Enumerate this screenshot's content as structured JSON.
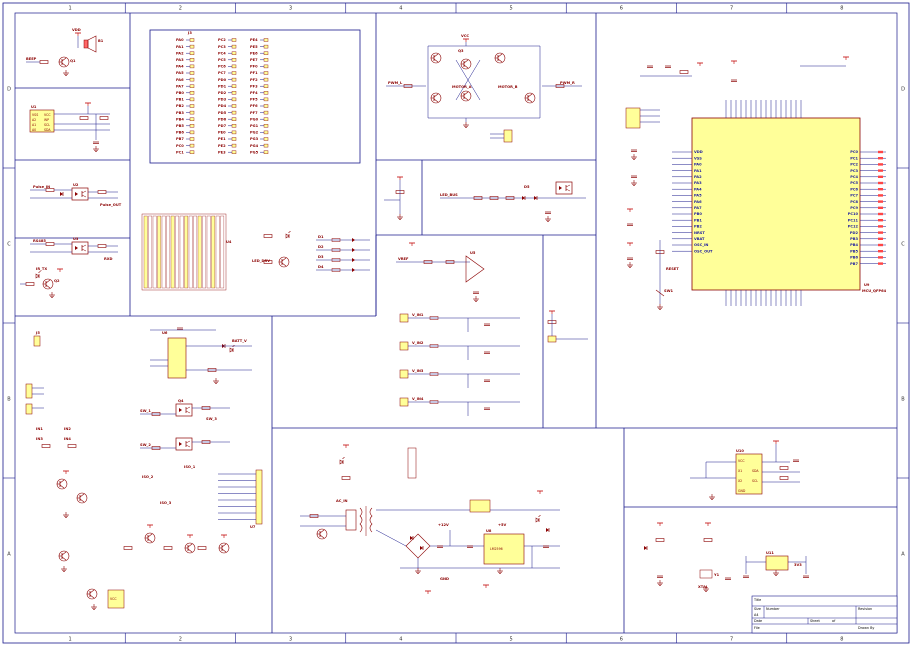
{
  "sheet": {
    "columns": [
      "1",
      "2",
      "3",
      "4",
      "5",
      "6",
      "7",
      "8"
    ],
    "rows": [
      "D",
      "C",
      "B",
      "A"
    ],
    "colors": {
      "frame": "#1a1a8c",
      "wire": "#1a1a8c",
      "part": "#8b0000",
      "power": "#c00000",
      "ic_fill": "#ffff99",
      "net": "#8b0000"
    }
  },
  "blocks": {
    "buzzer": {
      "designator": "B1",
      "transistor": "Q1",
      "net": "BEEP",
      "supply": "VDD"
    },
    "eeprom": {
      "designator": "U1",
      "pins": [
        "VSS",
        "A2",
        "A1",
        "A0",
        "VCC",
        "WP",
        "SCL",
        "SDA"
      ]
    },
    "opto1": {
      "designator": "U2",
      "net_in": "Pulse_IN",
      "net_out": "Pulse_OUT"
    },
    "opto2": {
      "designator": "U3",
      "net_in": "RS485",
      "net_out": "RXD"
    },
    "ir_tx": {
      "designator": "Q2",
      "net": "IR_TX"
    },
    "header_bank": {
      "designator": "J3",
      "left_pins": [
        "PA0",
        "PA1",
        "PA2",
        "PA3",
        "PA4",
        "PA5",
        "PA6",
        "PA7",
        "PB0",
        "PB1",
        "PB2",
        "PB3",
        "PB4",
        "PB5",
        "PB6",
        "PB7",
        "PC0",
        "PC1"
      ],
      "mid_pins": [
        "PC2",
        "PC3",
        "PC4",
        "PC5",
        "PC6",
        "PC7",
        "PD0",
        "PD1",
        "PD2",
        "PD3",
        "PD4",
        "PD5",
        "PD6",
        "PD7",
        "PE0",
        "PE1",
        "PE2",
        "PE3"
      ],
      "right_pins": [
        "PE4",
        "PE5",
        "PE6",
        "PE7",
        "PF0",
        "PF1",
        "PF2",
        "PF3",
        "PF4",
        "PF5",
        "PF6",
        "PF7",
        "PG0",
        "PG1",
        "PG2",
        "PG3",
        "PG4",
        "PG5"
      ]
    },
    "led_driver": {
      "designator": "U4",
      "net": "LED_DRV",
      "leds": [
        "D1",
        "D2",
        "D3",
        "D4"
      ]
    },
    "hbridge": {
      "designator": "Q3",
      "nets": [
        "MOTOR_A",
        "MOTOR_B",
        "PWM_L",
        "PWM_R"
      ],
      "supply": "VCC"
    },
    "led_chain": {
      "designator": "D5",
      "net": "LED_BUS"
    },
    "adc_front": {
      "designator": "U5",
      "nets": [
        "V_IN1",
        "V_IN2",
        "V_IN3",
        "V_IN4"
      ],
      "ref": "VREF"
    },
    "inputs": {
      "designator": "J5",
      "nets": [
        "IN1",
        "IN2",
        "IN3",
        "IN4"
      ]
    },
    "switcher": {
      "designator": "U6",
      "net": "BATT_V"
    },
    "mosfet_set": {
      "designator": "Q4",
      "nets": [
        "SW_1",
        "SW_2",
        "SW_3"
      ]
    },
    "isolated_io": {
      "designator": "U7",
      "nets": [
        "ISO_1",
        "ISO_2",
        "ISO_3"
      ]
    },
    "power_supply": {
      "designator": "U8",
      "regulator": "LM2596",
      "nets": [
        "AC_IN",
        "+12V",
        "+5V",
        "GND"
      ]
    },
    "mcu": {
      "designator": "U9",
      "part": "MCU_QFP64",
      "left_pins": [
        "VDD",
        "VSS",
        "PA0",
        "PA1",
        "PA2",
        "PA3",
        "PA4",
        "PA5",
        "PA6",
        "PA7",
        "PB0",
        "PB1",
        "PB2",
        "NRST",
        "VBAT",
        "OSC_IN",
        "OSC_OUT"
      ],
      "right_pins": [
        "PC0",
        "PC1",
        "PC2",
        "PC3",
        "PC4",
        "PC5",
        "PC6",
        "PC7",
        "PC8",
        "PC9",
        "PC10",
        "PC11",
        "PC12",
        "PD2",
        "PB3",
        "PB4",
        "PB5",
        "PB6",
        "PB7"
      ]
    },
    "rtc": {
      "designator": "U10",
      "pins": [
        "VCC",
        "X1",
        "X2",
        "GND",
        "SDA",
        "SCL"
      ]
    },
    "reset": {
      "designator": "SW1",
      "net": "RESET"
    },
    "crystal": {
      "designator": "Y1",
      "net": "XTAL"
    },
    "regulator_small": {
      "designator": "U11",
      "net": "3V3"
    }
  },
  "title_block": {
    "title_label": "Title",
    "size_label": "Size",
    "number_label": "Number",
    "revision_label": "Revision",
    "date_label": "Date",
    "file_label": "File",
    "sheet_label": "Sheet",
    "of_label": "of",
    "drawn_label": "Drawn By",
    "size": "A4"
  }
}
